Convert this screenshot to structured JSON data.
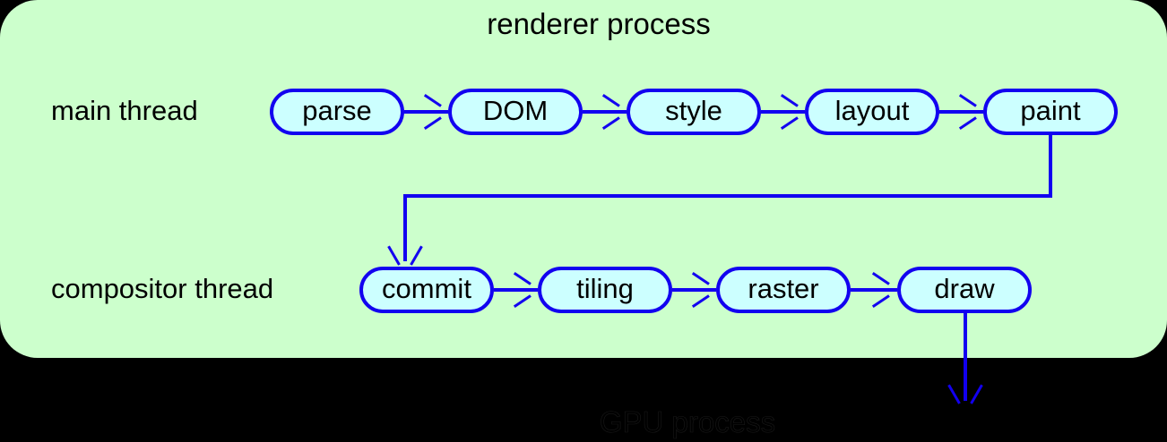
{
  "diagram": {
    "type": "flow",
    "title": "renderer process",
    "background_color": "#000000",
    "panel_color": "#ccffcc",
    "node_fill_color": "#ccffff",
    "node_border_color": "#1200f0",
    "edge_color": "#1200f0",
    "text_color": "#000000",
    "external_label": "GPU process",
    "rows": [
      {
        "label": "main thread",
        "nodes": [
          {
            "label": "parse"
          },
          {
            "label": "DOM"
          },
          {
            "label": "style"
          },
          {
            "label": "layout"
          },
          {
            "label": "paint"
          }
        ]
      },
      {
        "label": "compositor thread",
        "nodes": [
          {
            "label": "commit"
          },
          {
            "label": "tiling"
          },
          {
            "label": "raster"
          },
          {
            "label": "draw"
          }
        ]
      }
    ],
    "edges": [
      {
        "from": "parse",
        "to": "DOM"
      },
      {
        "from": "DOM",
        "to": "style"
      },
      {
        "from": "style",
        "to": "layout"
      },
      {
        "from": "layout",
        "to": "paint"
      },
      {
        "from": "paint",
        "to": "commit"
      },
      {
        "from": "commit",
        "to": "tiling"
      },
      {
        "from": "tiling",
        "to": "raster"
      },
      {
        "from": "raster",
        "to": "draw"
      },
      {
        "from": "draw",
        "to": "GPU process"
      }
    ]
  }
}
